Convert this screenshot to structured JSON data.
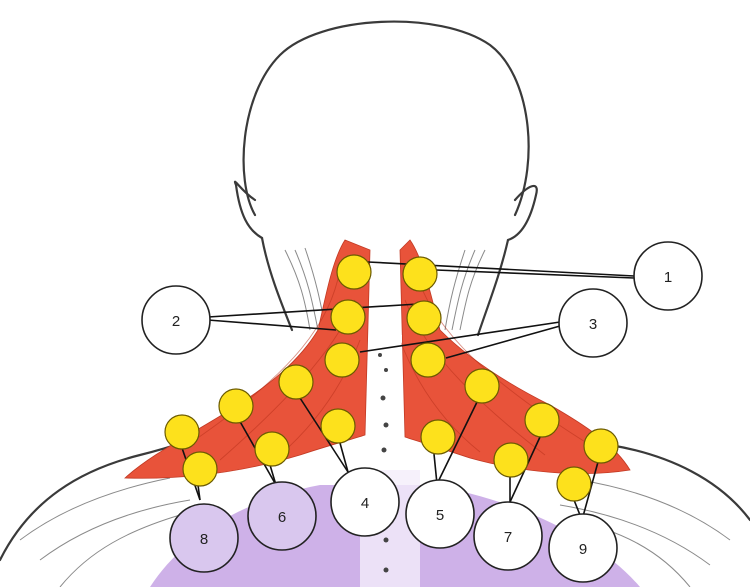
{
  "colors": {
    "muscle": "#e8533a",
    "point_fill": "#fde11c",
    "label_white": "#ffffff",
    "label_lavender": "#d9c7ee",
    "lower_back_tint": "#c9a8e6"
  },
  "labels": [
    {
      "id": "1",
      "text": "1",
      "fill": "white"
    },
    {
      "id": "2",
      "text": "2",
      "fill": "white"
    },
    {
      "id": "3",
      "text": "3",
      "fill": "white"
    },
    {
      "id": "4",
      "text": "4",
      "fill": "white"
    },
    {
      "id": "5",
      "text": "5",
      "fill": "white"
    },
    {
      "id": "6",
      "text": "6",
      "fill": "lavender"
    },
    {
      "id": "7",
      "text": "7",
      "fill": "white"
    },
    {
      "id": "8",
      "text": "8",
      "fill": "lavender"
    },
    {
      "id": "9",
      "text": "9",
      "fill": "white"
    }
  ],
  "point_count": 18
}
